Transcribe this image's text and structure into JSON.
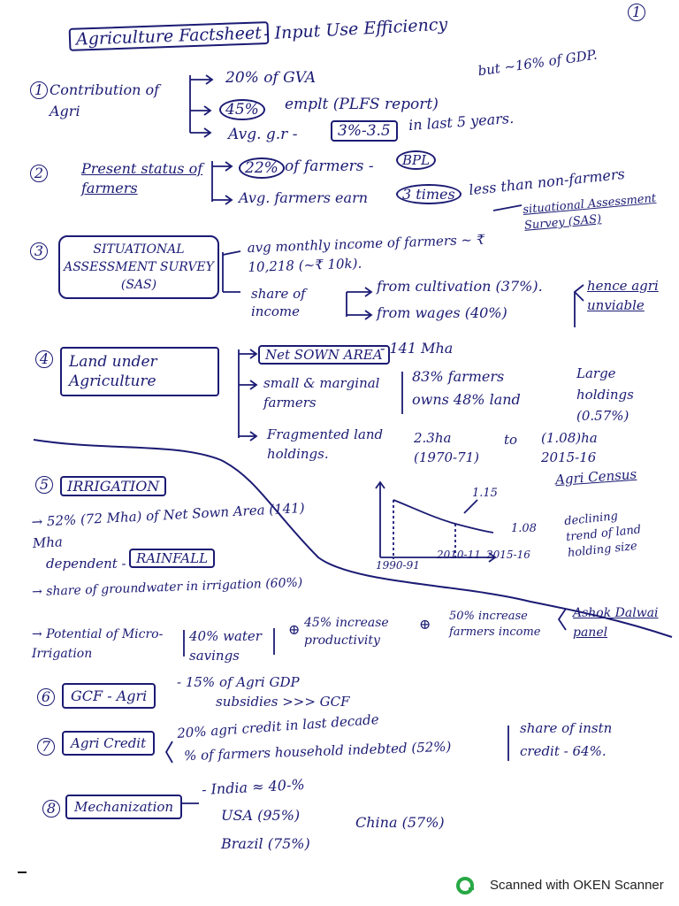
{
  "page_number": "1",
  "title": "Agriculture Factsheet",
  "subtitle": "- Input Use Efficiency",
  "s1": {
    "num": "1",
    "label": "Contribution of Agri",
    "l1": "20% of GVA",
    "l2a": "45%",
    "l2b": "emplt (PLFS report)",
    "l2c": "but ~16% of GDP.",
    "l3a": "Avg. g.r -",
    "l3b": "3%-3.5",
    "l3c": "in last 5 years."
  },
  "s2": {
    "num": "2",
    "label": "Present status of farmers",
    "l1a": "22%",
    "l1b": "of farmers -",
    "l1c": "BPL",
    "l2a": "Avg. farmers earn",
    "l2b": "3 times",
    "l2c": "less than non-farmers",
    "l3": "situational Assessment Survey (SAS)"
  },
  "s3": {
    "num": "3",
    "label": "SITUATIONAL ASSESSMENT SURVEY (SAS)",
    "l1": "avg monthly income of farmers ~ ₹ 10,218 (~₹ 10k).",
    "l2": "share of income",
    "l2a": "from cultivation (37%).",
    "l2b": "from wages (40%)",
    "note": "hence agri unviable"
  },
  "s4": {
    "num": "4",
    "label": "Land under Agriculture",
    "l1a": "Net SOWN AREA",
    "l1b": "- 141 Mha",
    "l2": "small & marginal farmers",
    "l2a": "83% farmers",
    "l2b": "owns 48% land",
    "l2c": "Large holdings (0.57%)",
    "l3": "Fragmented land holdings.",
    "l3a": "2.3ha (1970-71)",
    "l3b": "to",
    "l3c": "(1.08)ha 2015-16",
    "census": "Agri Census"
  },
  "s5": {
    "num": "5",
    "label": "IRRIGATION",
    "l1": "→ 52% (72 Mha) of Net Sown Area (141) Mha",
    "l2a": "dependent -",
    "l2b": "RAINFALL",
    "l3": "→ share of groundwater in irrigation (60%)",
    "l4a": "→ Potential of Micro-Irrigation",
    "l4b": "40% water savings",
    "l4c": "45% increase productivity",
    "l4d": "50% increase farmers income",
    "l4e": "Ashok Dalwai panel"
  },
  "chart_data": {
    "type": "line",
    "categories": [
      "1990-91",
      "2010-11",
      "2015-16"
    ],
    "values": [
      null,
      1.15,
      1.08
    ],
    "annotations": [
      "1.15",
      "1.08"
    ],
    "note": "declining trend of land holding size"
  },
  "s6": {
    "num": "6",
    "label": "GCF - Agri",
    "l1": "- 15% of Agri GDP",
    "l2": "subsidies >>> GCF"
  },
  "s7": {
    "num": "7",
    "label": "Agri Credit",
    "l1": "20% agri credit in last decade",
    "l2": "% of farmers household indebted (52%)",
    "l3": "share of instn credit - 64%."
  },
  "s8": {
    "num": "8",
    "label": "Mechanization",
    "l1": "- India ≈ 40-%",
    "l2": "USA (95%)",
    "l3": "Brazil (75%)",
    "l4": "China (57%)"
  },
  "footer": {
    "scanner": "Scanned with OKEN Scanner"
  }
}
